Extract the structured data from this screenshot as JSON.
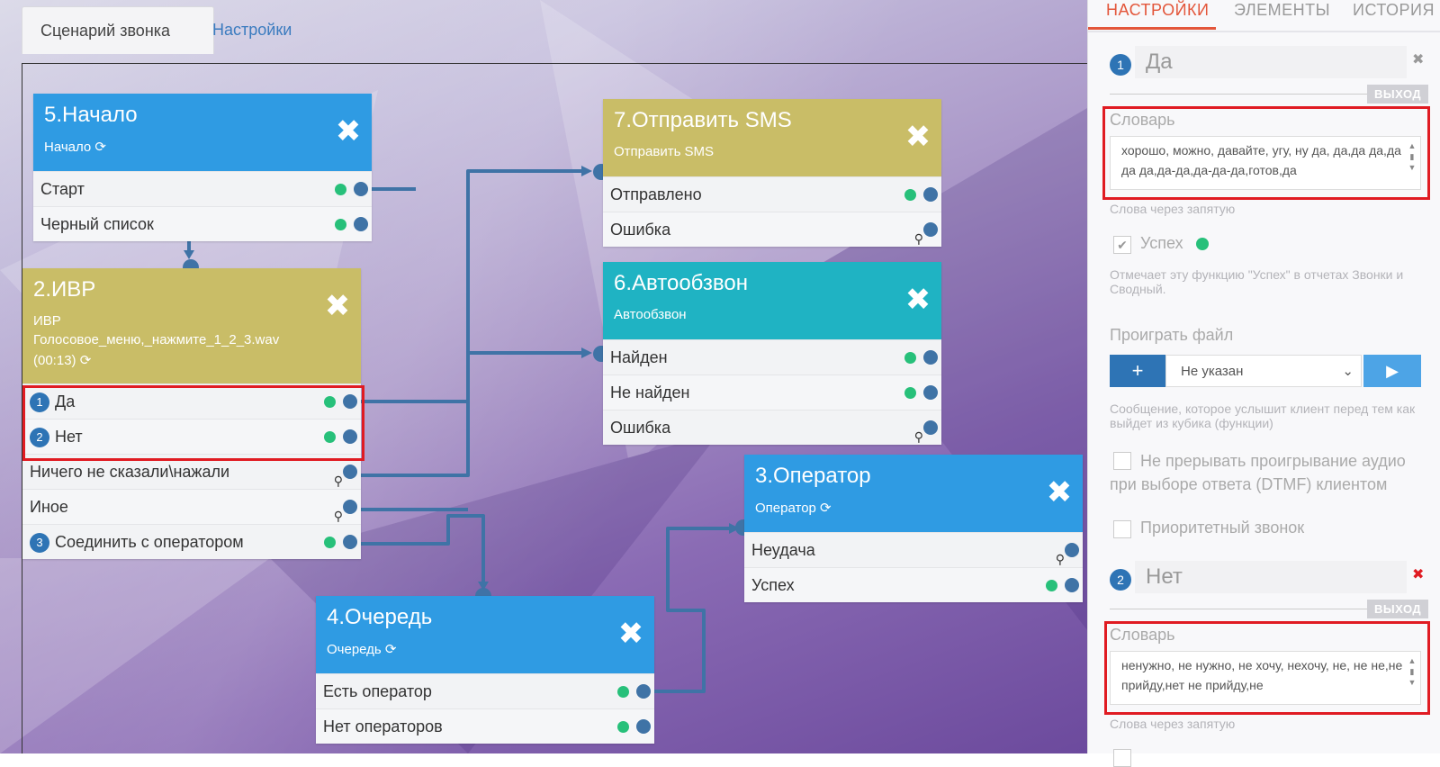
{
  "tabs": {
    "scenario": "Сценарий звонка",
    "settings": "Настройки"
  },
  "colors": {
    "blue": "#2f9be3",
    "olive": "#c9bd67",
    "teal": "#1fb3c3",
    "port": "#3f73a6",
    "green": "#27c07a",
    "accent": "#e3563a",
    "highlight": "#e01b22"
  },
  "nodes": {
    "start": {
      "title": "5.Начало",
      "subtitle": "Начало",
      "rows": [
        "Старт",
        "Черный список"
      ]
    },
    "ivr": {
      "title": "2.ИВР",
      "subtitle": "ИВР",
      "file": "Голосовое_меню,_нажмите_1_2_3.wav",
      "duration": "(00:13)",
      "rows": [
        {
          "num": "1",
          "label": "Да"
        },
        {
          "num": "2",
          "label": "Нет"
        },
        {
          "num": "",
          "label": "Ничего не сказали\\нажали"
        },
        {
          "num": "",
          "label": "Иное"
        },
        {
          "num": "3",
          "label": "Соединить с оператором"
        }
      ]
    },
    "sms": {
      "title": "7.Отправить SMS",
      "subtitle": "Отправить SMS",
      "rows": [
        "Отправлено",
        "Ошибка"
      ]
    },
    "autodial": {
      "title": "6.Автообзвон",
      "subtitle": "Автообзвон",
      "rows": [
        "Найден",
        "Не найден",
        "Ошибка"
      ]
    },
    "operator": {
      "title": "3.Оператор",
      "subtitle": "Оператор",
      "rows": [
        "Неудача",
        "Успех"
      ]
    },
    "queue": {
      "title": "4.Очередь",
      "subtitle": "Очередь",
      "rows": [
        "Есть оператор",
        "Нет операторов"
      ]
    }
  },
  "panel": {
    "tabs": [
      "НАСТРОЙКИ",
      "ЭЛЕМЕНТЫ",
      "ИСТОРИЯ"
    ],
    "out1": {
      "num": "1",
      "name": "Да",
      "tag": "ВЫХОД",
      "dict_label": "Словарь",
      "dict_value": "хорошо, можно, давайте, угу, ну да, да,да да,да да да,да-да,да-да-да,готов,да",
      "dict_hint": "Слова через запятую"
    },
    "success_label": "Успех",
    "success_hint": "Отмечает эту функцию \"Успех\" в отчетах Звонки и Сводный.",
    "play_label": "Проиграть файл",
    "play_select": "Не указан",
    "play_hint": "Сообщение, которое услышит клиент перед тем как выйдет из кубика (функции)",
    "no_interrupt": "Не прерывать проигрывание аудио при выборе ответа (DTMF) клиентом",
    "priority": "Приоритетный звонок",
    "out2": {
      "num": "2",
      "name": "Нет",
      "tag": "ВЫХОД",
      "dict_label": "Словарь",
      "dict_value": "ненужно, не нужно, не хочу, нехочу, не, не не,не прийду,нет не прийду,не",
      "dict_hint": "Слова через запятую"
    }
  }
}
